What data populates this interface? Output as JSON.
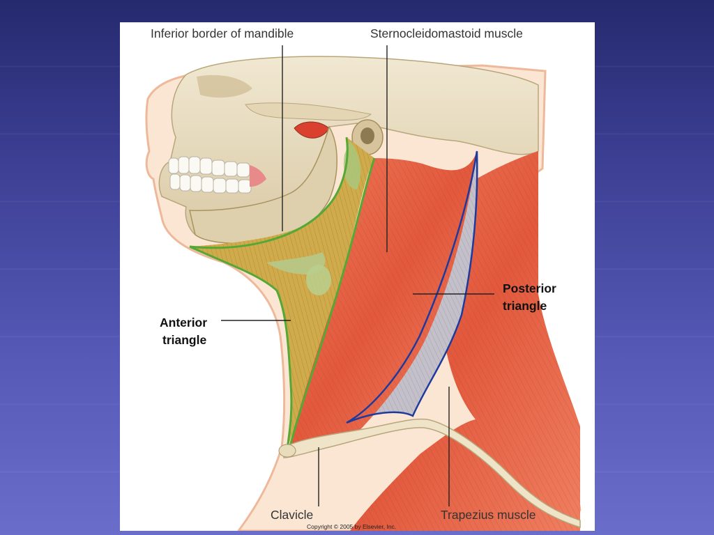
{
  "labels": {
    "inferior_border_of_mandible": "Inferior border of mandible",
    "sternocleidomastoid_muscle": "Sternocleidomastoid muscle",
    "posterior_triangle_line1": "Posterior",
    "posterior_triangle_line2": "triangle",
    "anterior_triangle_line1": "Anterior",
    "anterior_triangle_line2": "triangle",
    "clavicle": "Clavicle",
    "trapezius_muscle": "Trapezius muscle"
  },
  "copyright": "Copyright © 2005 by Elsevier, Inc.",
  "colors": {
    "background_top": "#252a6e",
    "background_bottom": "#6b6dcb",
    "skin": "#f7dcc4",
    "skull": "#e9ddc0",
    "muscle": "#e86a4c",
    "anterior_triangle_fill": "#c9a53c",
    "anterior_triangle_outline": "#5aa83a",
    "posterior_triangle_fill": "#b9b7c2",
    "posterior_triangle_outline": "#1f3b9a",
    "clavicle_bone": "#efe4c8"
  }
}
